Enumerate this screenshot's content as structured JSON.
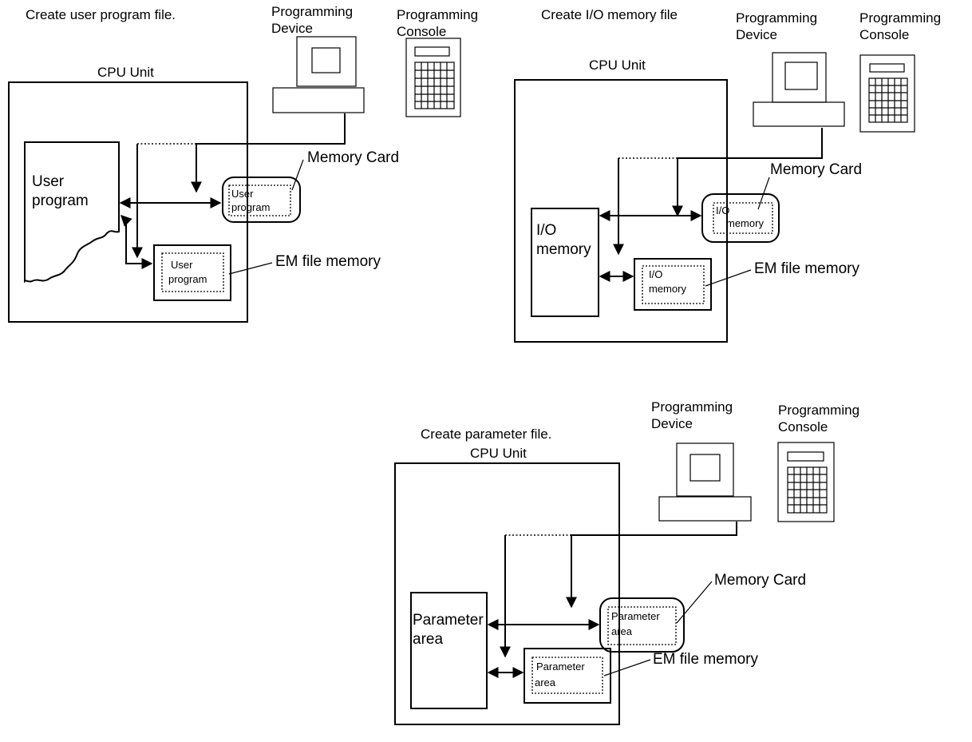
{
  "panels": [
    {
      "title": "Create user program file.",
      "cpu_unit": "CPU Unit",
      "memory_label": "User program",
      "memory_lines": [
        "User",
        "program"
      ],
      "card_lines": [
        "User",
        "program"
      ],
      "em_lines": [
        "User",
        "program"
      ],
      "programming_device": [
        "Programming",
        "Device"
      ],
      "programming_console": [
        "Programming",
        "Console"
      ],
      "memory_card": "Memory Card",
      "em_file_memory": "EM file memory"
    },
    {
      "title": "Create I/O memory file",
      "cpu_unit": "CPU Unit",
      "memory_lines": [
        "I/O",
        "memory"
      ],
      "card_lines": [
        "I/O",
        "memory"
      ],
      "em_lines": [
        "I/O",
        "memory"
      ],
      "programming_device": [
        "Programming",
        "Device"
      ],
      "programming_console": [
        "Programming",
        "Console"
      ],
      "memory_card": "Memory Card",
      "em_file_memory": "EM file memory"
    },
    {
      "title": "Create parameter file.",
      "cpu_unit": "CPU Unit",
      "memory_lines": [
        "Parameter",
        "area"
      ],
      "card_lines": [
        "Parameter",
        "area"
      ],
      "em_lines": [
        "Parameter",
        "area"
      ],
      "programming_device": [
        "Programming",
        "Device"
      ],
      "programming_console": [
        "Programming",
        "Console"
      ],
      "memory_card": "Memory Card",
      "em_file_memory": "EM file memory"
    }
  ]
}
